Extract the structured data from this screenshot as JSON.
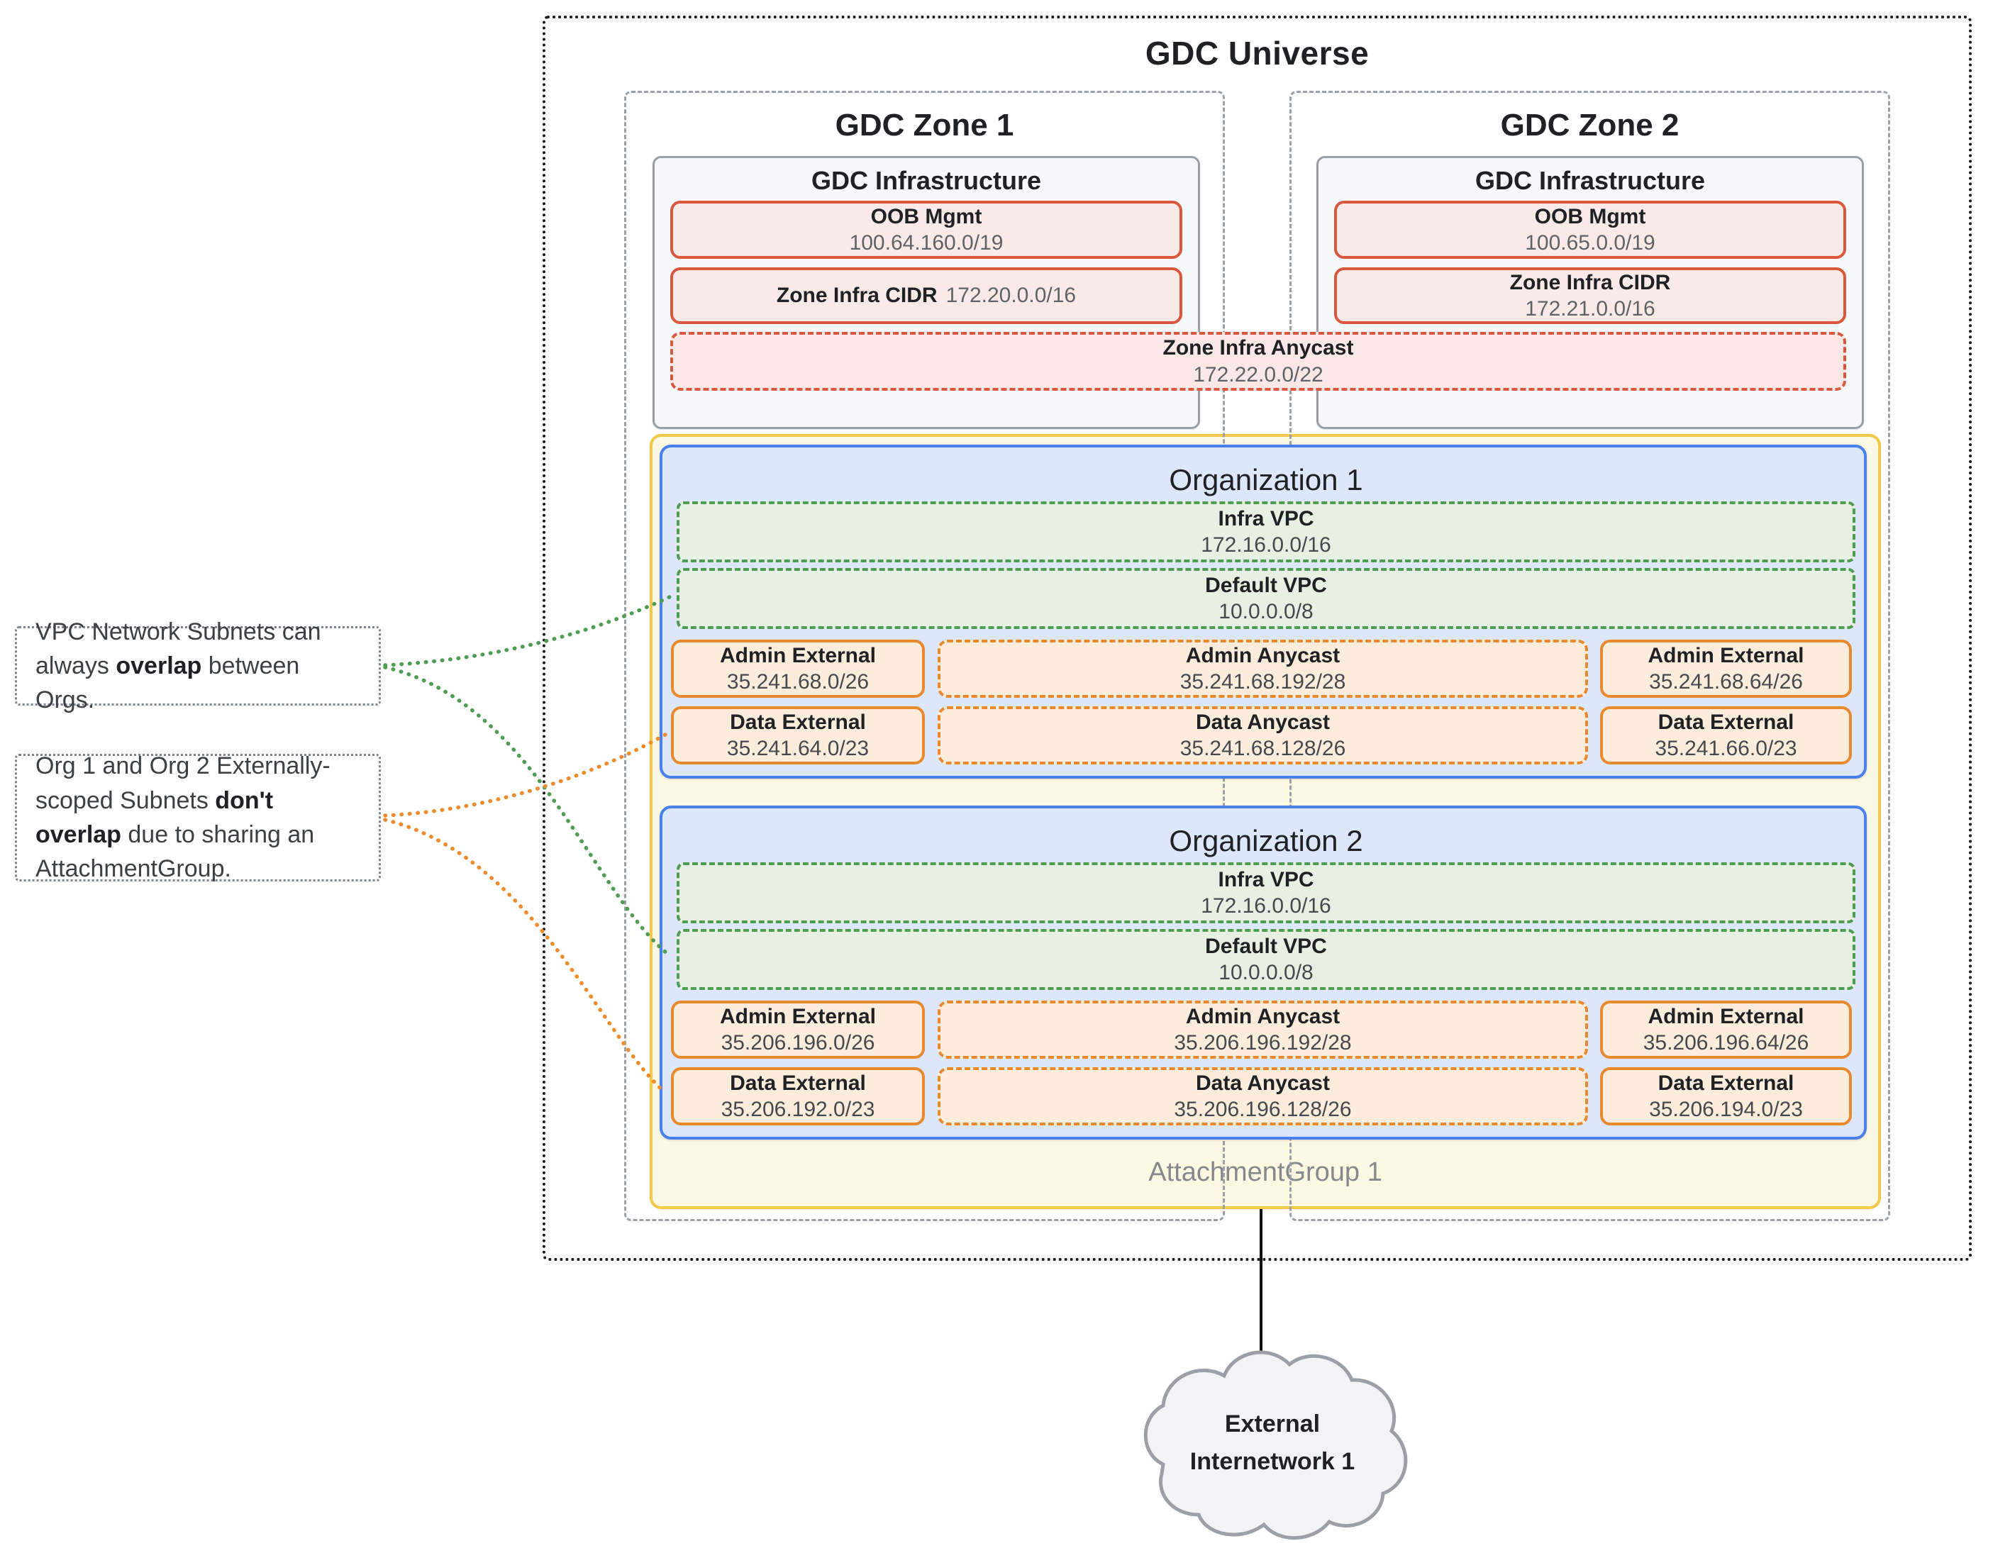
{
  "universe": {
    "title": "GDC Universe"
  },
  "zones": [
    {
      "title": "GDC Zone 1",
      "infra_title": "GDC Infrastructure",
      "oob_label": "OOB Mgmt",
      "oob_cidr": "100.64.160.0/19",
      "cidr_label": "Zone Infra CIDR",
      "cidr_value": "172.20.0.0/16"
    },
    {
      "title": "GDC Zone 2",
      "infra_title": "GDC Infrastructure",
      "oob_label": "OOB Mgmt",
      "oob_cidr": "100.65.0.0/19",
      "cidr_label": "Zone Infra CIDR",
      "cidr_value": "172.21.0.0/16"
    }
  ],
  "zone_anycast": {
    "label": "Zone Infra Anycast",
    "cidr": "172.22.0.0/22"
  },
  "organizations": [
    {
      "title": "Organization 1",
      "infra_vpc": {
        "label": "Infra VPC",
        "cidr": "172.16.0.0/16"
      },
      "default_vpc": {
        "label": "Default VPC",
        "cidr": "10.0.0.0/8"
      },
      "admin_external_left": {
        "label": "Admin External",
        "cidr": "35.241.68.0/26"
      },
      "admin_anycast": {
        "label": "Admin Anycast",
        "cidr": "35.241.68.192/28"
      },
      "admin_external_right": {
        "label": "Admin External",
        "cidr": "35.241.68.64/26"
      },
      "data_external_left": {
        "label": "Data External",
        "cidr": "35.241.64.0/23"
      },
      "data_anycast": {
        "label": "Data Anycast",
        "cidr": "35.241.68.128/26"
      },
      "data_external_right": {
        "label": "Data External",
        "cidr": "35.241.66.0/23"
      }
    },
    {
      "title": "Organization 2",
      "infra_vpc": {
        "label": "Infra VPC",
        "cidr": "172.16.0.0/16"
      },
      "default_vpc": {
        "label": "Default VPC",
        "cidr": "10.0.0.0/8"
      },
      "admin_external_left": {
        "label": "Admin External",
        "cidr": "35.206.196.0/26"
      },
      "admin_anycast": {
        "label": "Admin Anycast",
        "cidr": "35.206.196.192/28"
      },
      "admin_external_right": {
        "label": "Admin External",
        "cidr": "35.206.196.64/26"
      },
      "data_external_left": {
        "label": "Data External",
        "cidr": "35.206.192.0/23"
      },
      "data_anycast": {
        "label": "Data Anycast",
        "cidr": "35.206.196.128/26"
      },
      "data_external_right": {
        "label": "Data External",
        "cidr": "35.206.194.0/23"
      }
    }
  ],
  "attachment_group": {
    "label": "AttachmentGroup 1"
  },
  "external_network": {
    "line1": "External",
    "line2": "Internetwork 1"
  },
  "annotations": {
    "note1": {
      "pre": "VPC Network Subnets can always ",
      "bold": "overlap",
      "post": " between Orgs."
    },
    "note2": {
      "pre": "Org 1 and Org 2 Externally-scoped Subnets ",
      "bold": "don't overlap",
      "post": " due to sharing an AttachmentGroup."
    }
  },
  "colors": {
    "red_border": "#d9573f",
    "red_fill": "#faeae7",
    "green_border": "#4f9d52",
    "green_fill": "#e6f0e3",
    "orange_border": "#e8892d",
    "orange_fill": "#fcecdc",
    "blue_border": "#4a80ee",
    "blue_fill": "#dce7fb",
    "yellow_border": "#f2c94c",
    "yellow_fill": "#fdf8e2",
    "gray_border": "#9aa0a6",
    "infra_fill": "#f6f8f9"
  }
}
